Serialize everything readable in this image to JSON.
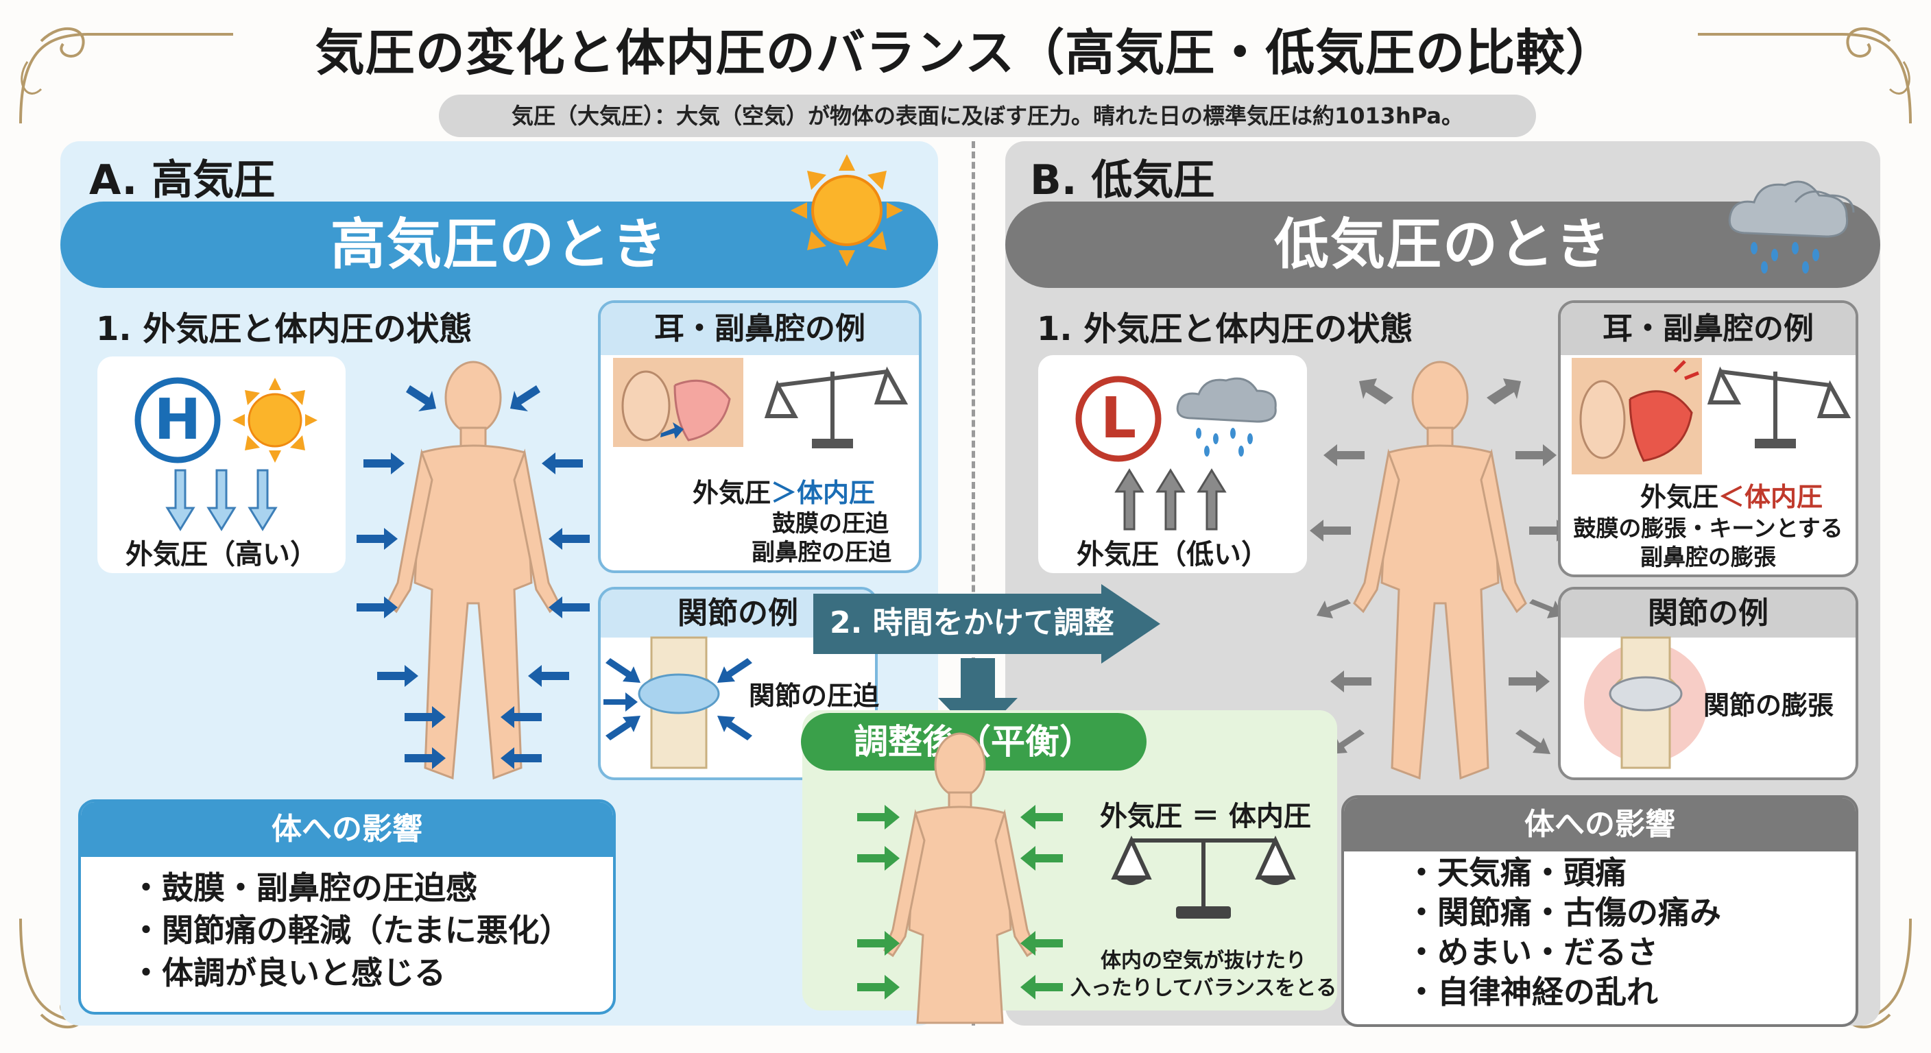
{
  "title": "気圧の変化と体内圧のバランス（高気圧・低気圧の比較）",
  "definition": "気圧（大気圧）：大気（空気）が物体の表面に及ぼす圧力。晴れた日の標準気圧は約1013hPa。",
  "colors": {
    "blue": "#3d9ad1",
    "gray": "#7a7a7a",
    "green": "#3aa04a",
    "teal": "#3a6e80",
    "skin": "#f7c9a6"
  },
  "high": {
    "section": "A. 高気圧",
    "banner": "高気圧のとき",
    "state_title": "1. 外気圧と体内圧の状態",
    "badge": "H",
    "pressure_label": "外気圧（高い）",
    "ear_title": "耳・副鼻腔の例",
    "ear_compare_left": "外気圧",
    "ear_compare_sign": "＞",
    "ear_compare_right": "体内圧",
    "ear_line1": "鼓膜の圧迫",
    "ear_line2": "副鼻腔の圧迫",
    "joint_title": "関節の例",
    "joint_text": "関節の圧迫",
    "effects_title": "体への影響",
    "effects": [
      "・鼓膜・副鼻腔の圧迫感",
      "・関節痛の軽減（たまに悪化）",
      "・体調が良いと感じる"
    ]
  },
  "low": {
    "section": "B. 低気圧",
    "banner": "低気圧のとき",
    "state_title": "1. 外気圧と体内圧の状態",
    "badge": "L",
    "pressure_label": "外気圧（低い）",
    "ear_title": "耳・副鼻腔の例",
    "ear_compare_left": "外気圧",
    "ear_compare_sign": "＜",
    "ear_compare_right": "体内圧",
    "ear_line1": "鼓膜の膨張・キーンとする",
    "ear_line2": "副鼻腔の膨張",
    "joint_title": "関節の例",
    "joint_text": "関節の膨張",
    "effects_title": "体への影響",
    "effects": [
      "・天気痛・頭痛",
      "・関節痛・古傷の痛み",
      "・めまい・だるさ",
      "・自律神経の乱れ"
    ]
  },
  "adjust": {
    "step": "2. 時間をかけて調整",
    "title": "調整後（平衡）",
    "equation": "外気圧 ＝ 体内圧",
    "note1": "体内の空気が抜けたり",
    "note2": "入ったりしてバランスをとる"
  },
  "icons": [
    "sun-icon",
    "cloud-rain-icon",
    "scale-icon",
    "ear-icon",
    "joint-icon",
    "body-figure-icon"
  ]
}
